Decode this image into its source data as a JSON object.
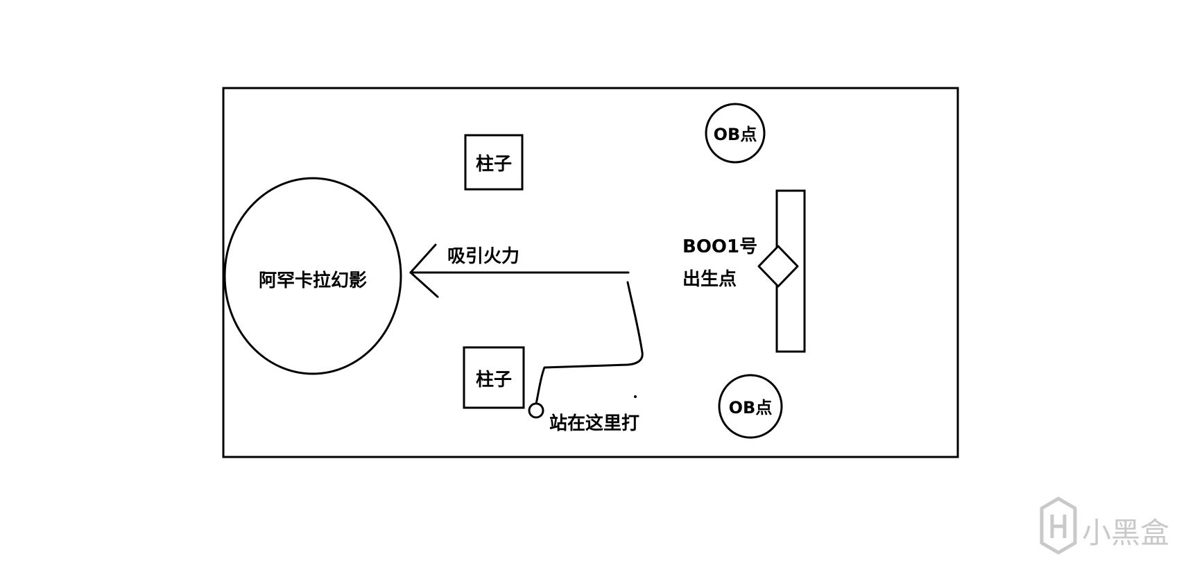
{
  "labels": {
    "pillar_top": "柱子",
    "pillar_bottom": "柱子",
    "phantom": "阿罕卡拉幻影",
    "draw_fire": "吸引火力",
    "stand_here": "站在这里打",
    "ob_point_top": "OB点",
    "ob_point_bottom": "OB点",
    "boss_line1": "BOO1号",
    "boss_line2": "出生点"
  },
  "watermark": {
    "text": "小黑盒"
  },
  "colors": {
    "ink": "#000000",
    "background": "#ffffff",
    "watermark": "#c9c9c9"
  }
}
